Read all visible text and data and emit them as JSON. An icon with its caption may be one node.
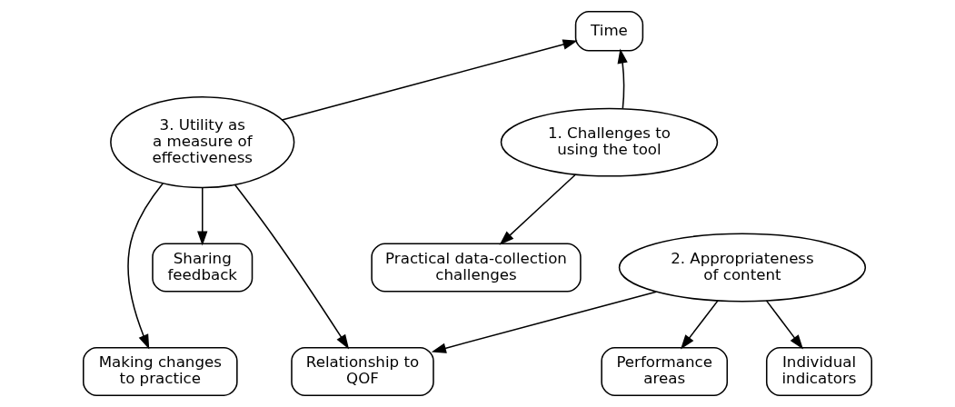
{
  "diagram": {
    "nodes": [
      {
        "text": [
          "Time"
        ]
      },
      {
        "text": [
          "1. Challenges to using the tool"
        ]
      },
      {
        "text": [
          "3. Utility as a measure of effectiveness"
        ]
      },
      {
        "text": [
          "2. Appropriateness of content"
        ]
      },
      {
        "text": [
          "Sharing feedback"
        ]
      },
      {
        "text": [
          "Practical data-collection challenges"
        ]
      },
      {
        "text": [
          "Making changes to practice"
        ]
      },
      {
        "text": [
          "Performance areas"
        ]
      },
      {
        "text": [
          "Individual indicators"
        ]
      },
      {
        "text": [
          "Relationship to QOF"
        ]
      }
    ],
    "edges": [
      {
        "from": 1,
        "to": 0,
        "arrow": "to"
      },
      {
        "from": 2,
        "to": 0,
        "arrow": "to"
      },
      {
        "from": 1,
        "to": 5,
        "arrow": "to"
      },
      {
        "from": 2,
        "to": 4,
        "arrow": "to"
      },
      {
        "from": 2,
        "to": 6,
        "arrow": "to"
      },
      {
        "from": 2,
        "to": 9,
        "arrow": "to"
      },
      {
        "from": 3,
        "to": 7,
        "arrow": "to"
      },
      {
        "from": 3,
        "to": 8,
        "arrow": "to"
      },
      {
        "from": 3,
        "to": 9,
        "arrow": "to"
      }
    ]
  }
}
